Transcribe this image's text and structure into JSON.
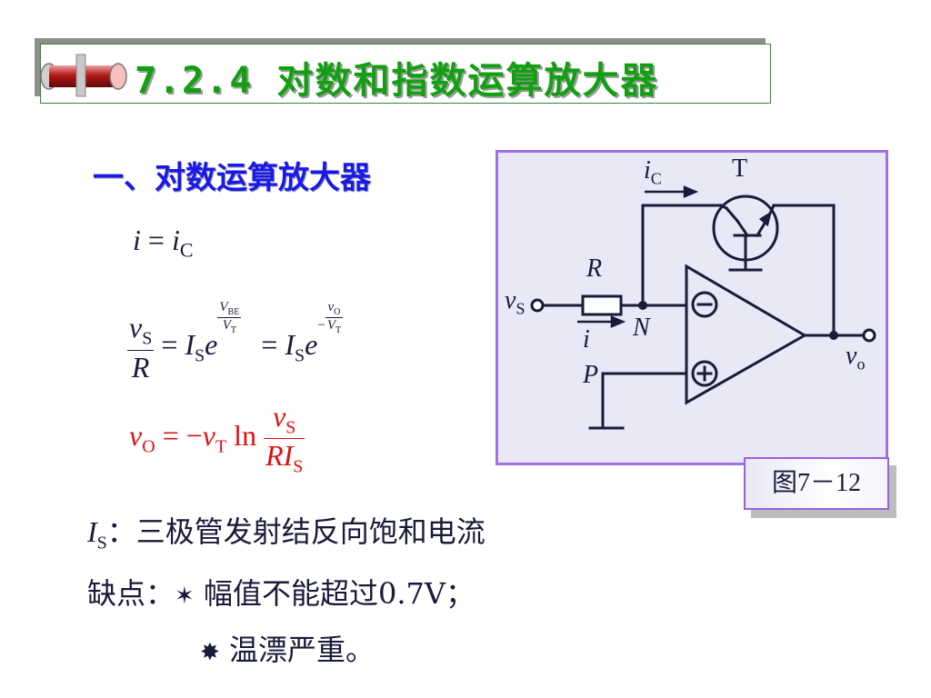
{
  "title": "7.2.4 对数和指数运算放大器",
  "section": {
    "prefix": "一、",
    "text": "对数运算放大器"
  },
  "eq1": {
    "lhs": "i",
    "eq": "=",
    "rhs": "i",
    "rhs_sub": "C"
  },
  "eq2": {
    "num": "v",
    "num_sub": "S",
    "den": "R",
    "eq": "=",
    "I": "I",
    "I_sub": "S",
    "e": "e",
    "exp1_num": "V",
    "exp1_num_sub": "BE",
    "exp1_den": "V",
    "exp1_den_sub": "T",
    "exp2_sign": "−",
    "exp2_num": "v",
    "exp2_num_sub": "O",
    "exp2_den": "V",
    "exp2_den_sub": "T"
  },
  "eq3": {
    "lhs": "v",
    "lhs_sub": "O",
    "eq": "=",
    "minus": "−",
    "vt": "v",
    "vt_sub": "T",
    "ln": "ln",
    "num": "v",
    "num_sub": "S",
    "den_R": "R",
    "den_I": "I",
    "den_sub": "S"
  },
  "circuit": {
    "ic": "i",
    "ic_sub": "C",
    "T": "T",
    "R": "R",
    "vs": "v",
    "vs_sub": "S",
    "i": "i",
    "N": "N",
    "P": "P",
    "vo": "v",
    "vo_sub": "o",
    "minus_sign": "−",
    "plus_sign": "+"
  },
  "figure_label": "图7－12",
  "is_note": {
    "sym": "I",
    "sub": "S",
    "text": "：三极管发射结反向饱和电流"
  },
  "drawbacks": {
    "label": "缺点：",
    "bullet1": "✶",
    "item1": " 幅值不能超过0.7V；",
    "bullet2": "✸",
    "item2": " 温漂严重。"
  },
  "colors": {
    "title": "#12a012",
    "section": "#1a1ae6",
    "formula_red": "#e01010",
    "frame": "#a070e8"
  }
}
